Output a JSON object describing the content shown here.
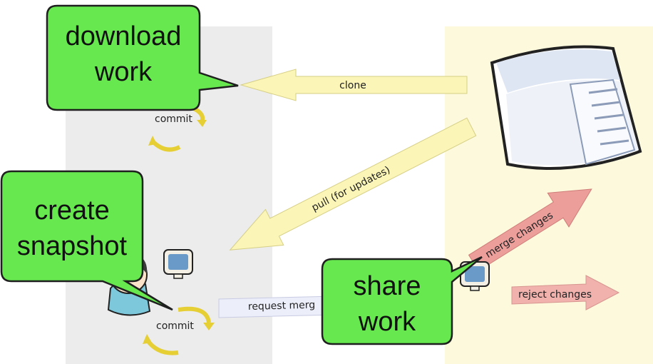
{
  "diagram": {
    "arrows": {
      "clone": "clone",
      "pull": "pull (for updates)",
      "request_merge": "request merg",
      "merge_changes": "merge changes",
      "reject_changes": "reject changes"
    },
    "commit_labels": [
      "commit",
      "commit"
    ],
    "callouts": {
      "download": [
        "download",
        "work"
      ],
      "create": [
        "create",
        "snapshot"
      ],
      "share": [
        "share",
        "work"
      ]
    }
  }
}
